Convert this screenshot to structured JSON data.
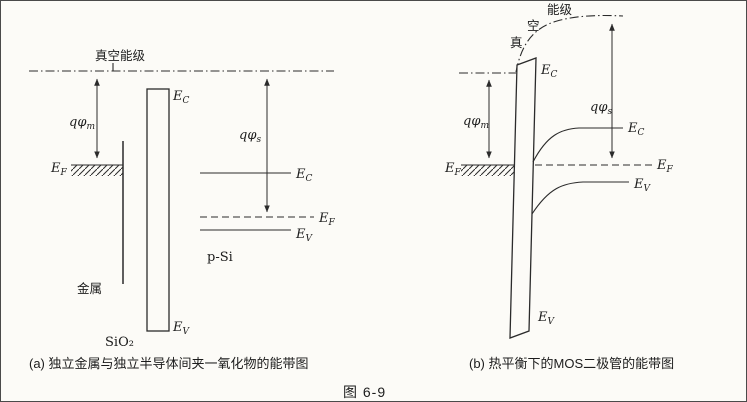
{
  "colors": {
    "ink": "#2b2b2b",
    "paper": "#fcfbf7"
  },
  "figure": {
    "number": "图 6-9"
  },
  "panel_a": {
    "caption": "(a)  独立金属与独立半导体间夹一氧化物的能带图",
    "vacuum_label": "真空能级",
    "metal_label": "金属",
    "oxide_label": "SiO₂",
    "semiconductor_label": "p-Si",
    "qphi_m": {
      "main": "qφ",
      "sub": "m"
    },
    "qphi_s": {
      "main": "qφ",
      "sub": "s"
    },
    "metal_ef": {
      "main": "E",
      "sub": "F"
    },
    "oxide_ec": {
      "main": "E",
      "sub": "C"
    },
    "oxide_ev": {
      "main": "E",
      "sub": "V"
    },
    "semi_ec": {
      "main": "E",
      "sub": "C"
    },
    "semi_ef": {
      "main": "E",
      "sub": "F"
    },
    "semi_ev": {
      "main": "E",
      "sub": "V"
    }
  },
  "panel_b": {
    "caption": "(b)  热平衡下的MOS二极管的能带图",
    "vacuum_label_char1": "真",
    "vacuum_label_char2": "空",
    "vacuum_label_char3": "能级",
    "qphi_m": {
      "main": "qφ",
      "sub": "m"
    },
    "qphi_s": {
      "main": "qφ",
      "sub": "s"
    },
    "metal_ef": {
      "main": "E",
      "sub": "F"
    },
    "oxide_ec": {
      "main": "E",
      "sub": "C"
    },
    "oxide_ev": {
      "main": "E",
      "sub": "V"
    },
    "semi_ec": {
      "main": "E",
      "sub": "C"
    },
    "semi_ef": {
      "main": "E",
      "sub": "F"
    },
    "semi_ev": {
      "main": "E",
      "sub": "V"
    }
  }
}
